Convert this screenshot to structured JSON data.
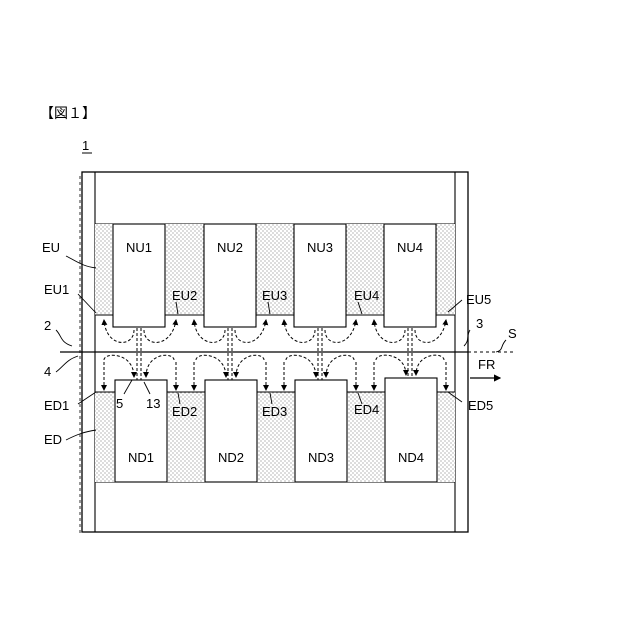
{
  "figure": {
    "title": "【図１】",
    "number": "1",
    "upper_electrode": "EU",
    "lower_electrode": "ED",
    "ref_upper_plate": "2",
    "ref_lower_plate": "4",
    "ref_right": "3",
    "ref_s": "S",
    "ref_5": "5",
    "ref_13": "13",
    "flow_label": "FR",
    "upper_blocks": [
      "NU1",
      "NU2",
      "NU3",
      "NU4"
    ],
    "lower_blocks": [
      "ND1",
      "ND2",
      "ND3",
      "ND4"
    ],
    "upper_gaps": [
      "EU1",
      "EU2",
      "EU3",
      "EU4",
      "EU5"
    ],
    "lower_gaps": [
      "ED1",
      "ED2",
      "ED3",
      "ED4",
      "ED5"
    ]
  }
}
